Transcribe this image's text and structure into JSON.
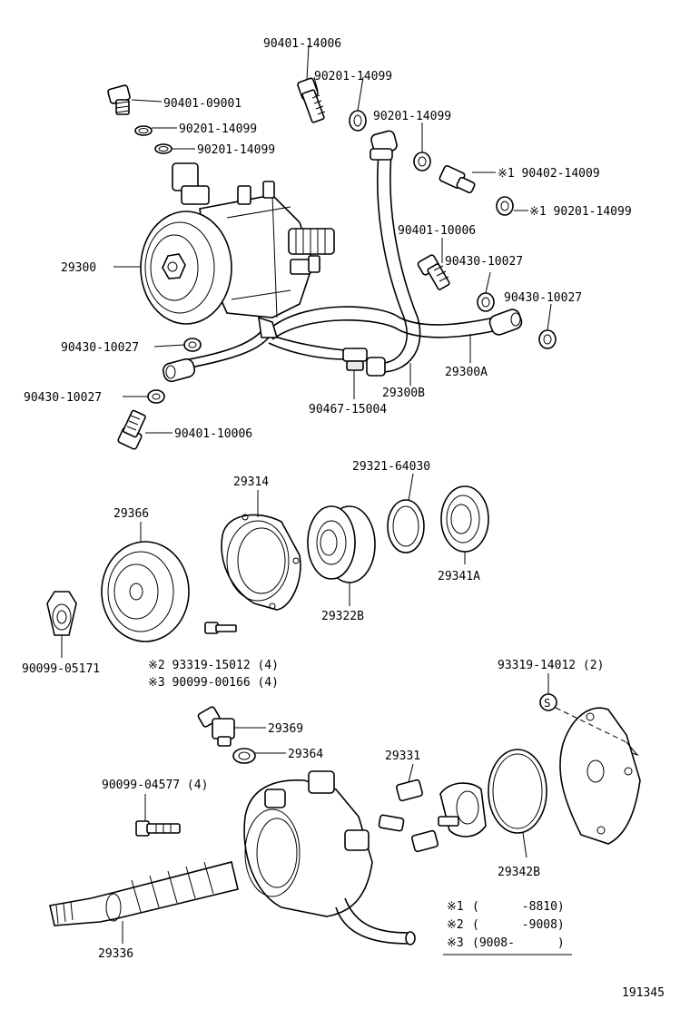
{
  "diagram_id": "191345",
  "labels": {
    "p90401_14006_top": "90401-14006",
    "p90201_14099_a": "90201-14099",
    "p90401_09001": "90401-09001",
    "p90201_14099_b": "90201-14099",
    "p90201_14099_c": "90201-14099",
    "p90201_14099_d": "90201-14099",
    "p90402_14009": "※1 90402-14009",
    "p90201_14099_e": "※1 90201-14099",
    "p90401_10006_mid": "90401-10006",
    "p90430_10027_a": "90430-10027",
    "p90430_10027_b": "90430-10027",
    "p29300": "29300",
    "p90430_10027_c": "90430-10027",
    "p29300A": "29300A",
    "p90430_10027_d": "90430-10027",
    "p29300B": "29300B",
    "p90467_15004": "90467-15004",
    "p90401_10006_low": "90401-10006",
    "p29314": "29314",
    "p29321_64030": "29321-64030",
    "p29366": "29366",
    "p29341A": "29341A",
    "p29322B": "29322B",
    "p90099_05171": "90099-05171",
    "p93319_15012": "※2 93319-15012 (4)",
    "p90099_00166": "※3 90099-00166 (4)",
    "p93319_14012": "93319-14012 (2)",
    "p29369": "29369",
    "p29364": "29364",
    "p29331": "29331",
    "p90099_04577": "90099-04577 (4)",
    "p29342B": "29342B",
    "p29336": "29336",
    "s_mark": "S"
  },
  "legend": [
    {
      "mark": "※1",
      "range": "(      -8810)"
    },
    {
      "mark": "※2",
      "range": "(      -9008)"
    },
    {
      "mark": "※3",
      "range": "(9008-      )"
    }
  ]
}
